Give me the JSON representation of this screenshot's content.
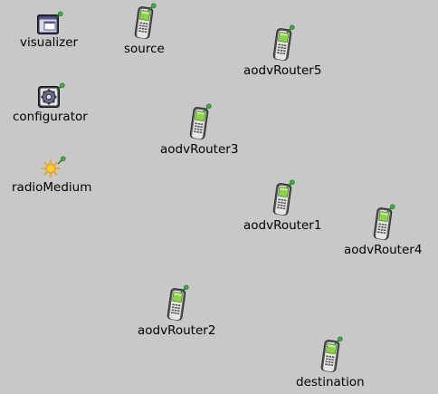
{
  "canvas": {
    "background": "#c8c8c8",
    "label_color": "#000000"
  },
  "modules": [
    {
      "id": "visualizer",
      "label": "visualizer",
      "icon": "visualizer-window-icon"
    },
    {
      "id": "configurator",
      "label": "configurator",
      "icon": "gear-icon"
    },
    {
      "id": "radioMedium",
      "label": "radioMedium",
      "icon": "sun-icon"
    }
  ],
  "nodes": [
    {
      "id": "source",
      "label": "source",
      "icon": "mobile-phone-icon"
    },
    {
      "id": "aodvRouter5",
      "label": "aodvRouter5",
      "icon": "mobile-phone-icon"
    },
    {
      "id": "aodvRouter3",
      "label": "aodvRouter3",
      "icon": "mobile-phone-icon"
    },
    {
      "id": "aodvRouter1",
      "label": "aodvRouter1",
      "icon": "mobile-phone-icon"
    },
    {
      "id": "aodvRouter4",
      "label": "aodvRouter4",
      "icon": "mobile-phone-icon"
    },
    {
      "id": "aodvRouter2",
      "label": "aodvRouter2",
      "icon": "mobile-phone-icon"
    },
    {
      "id": "destination",
      "label": "destination",
      "icon": "mobile-phone-icon"
    }
  ],
  "colors": {
    "phone_body": "#4a4a4a",
    "phone_screen": "#8fd14f",
    "pin_green": "#2e8b2e"
  }
}
